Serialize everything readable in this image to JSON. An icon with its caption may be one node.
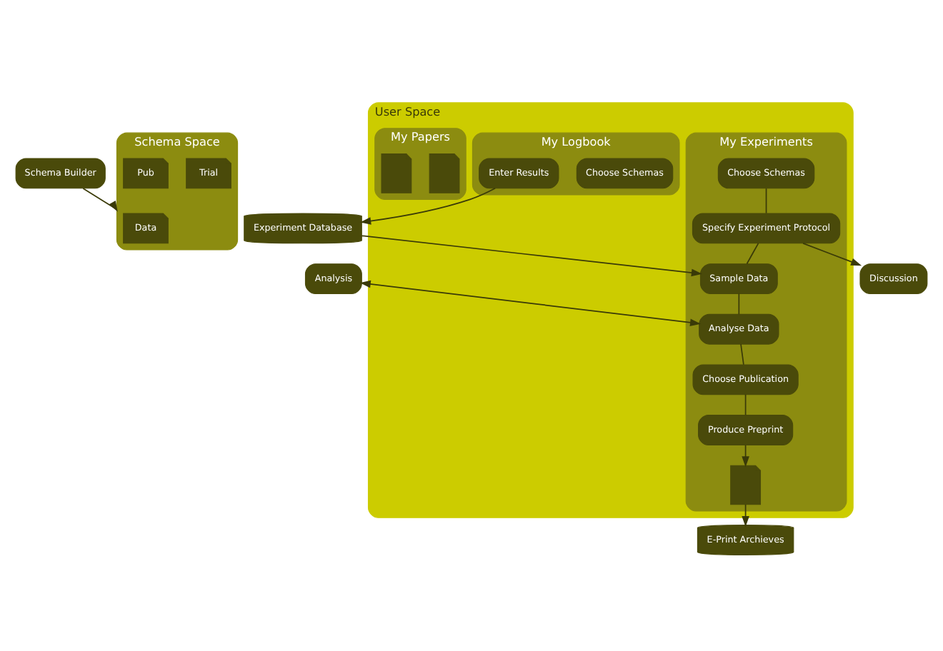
{
  "diagram": {
    "nodes": [
      {
        "text": [
          "Schema Builder"
        ]
      },
      {
        "text": [
          "Schema Space"
        ]
      },
      {
        "text": [
          "Data"
        ],
        "in": 1
      },
      {
        "text": [
          "Trial"
        ],
        "in": 1
      },
      {
        "text": [
          "Pub"
        ],
        "in": 1
      },
      {
        "text": [
          "Experiment Database"
        ]
      },
      {
        "text": [
          "Analysis"
        ]
      },
      {
        "text": [
          "User Space"
        ]
      },
      {
        "text": [
          "My Logbook"
        ],
        "in": 7
      },
      {
        "text": [
          "Choose Schemas"
        ],
        "in": 8
      },
      {
        "text": [
          "Enter Results"
        ],
        "in": 8
      },
      {
        "text": [
          "My Experiments"
        ],
        "in": 7
      },
      {
        "text": [
          "Choose Schemas"
        ],
        "in": 11
      },
      {
        "text": [
          "Specify Experiment Protocol"
        ],
        "in": 11
      },
      {
        "text": [
          "Sample Data"
        ],
        "in": 11
      },
      {
        "text": [
          "Analyse Data"
        ],
        "in": 11
      },
      {
        "text": [
          "Choose Publication"
        ],
        "in": 11
      },
      {
        "text": [
          "Produce Preprint"
        ],
        "in": 11
      },
      {
        "text": [],
        "shape": "document",
        "in": 11
      },
      {
        "text": [
          "My Papers"
        ],
        "in": 7
      },
      {
        "text": [],
        "shape": "document",
        "in": 19
      },
      {
        "text": [],
        "shape": "document",
        "in": 19
      },
      {
        "text": [
          "Discussion"
        ]
      },
      {
        "text": [
          "E-Print Archieves"
        ]
      }
    ],
    "edges": [
      {
        "from": 0,
        "to": 1,
        "arrow": "to"
      },
      {
        "from": 10,
        "to": 5,
        "arrow": "to"
      },
      {
        "from": 5,
        "to": 14,
        "arrow": "to"
      },
      {
        "from": 6,
        "to": 15,
        "arrow": "both"
      },
      {
        "from": 12,
        "to": 13,
        "arrow": "none"
      },
      {
        "from": 13,
        "to": 14,
        "arrow": "none"
      },
      {
        "from": 14,
        "to": 15,
        "arrow": "none"
      },
      {
        "from": 15,
        "to": 16,
        "arrow": "none"
      },
      {
        "from": 16,
        "to": 17,
        "arrow": "none"
      },
      {
        "from": 13,
        "to": 22,
        "arrow": "to"
      },
      {
        "from": 17,
        "to": 18,
        "arrow": "to"
      },
      {
        "from": 18,
        "to": 23,
        "arrow": "to"
      }
    ]
  }
}
